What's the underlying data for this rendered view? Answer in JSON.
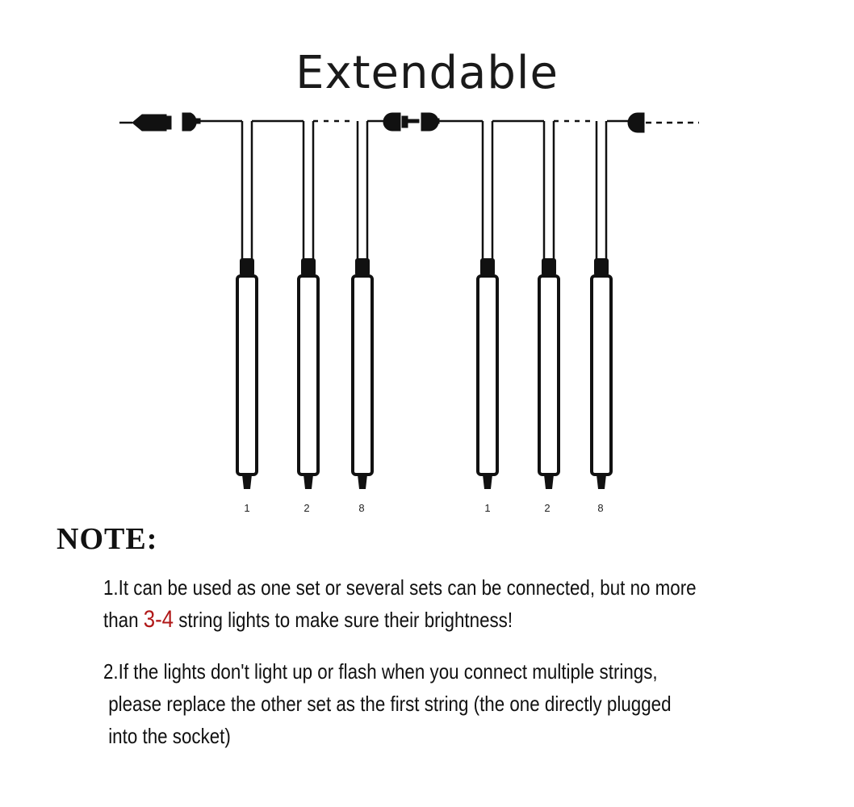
{
  "title": "Extendable",
  "diagram": {
    "groups": [
      {
        "tube_labels": [
          "1",
          "2",
          "8"
        ]
      },
      {
        "tube_labels": [
          "1",
          "2",
          "8"
        ]
      }
    ],
    "colors": {
      "line": "#111111",
      "tube": "#ffffff"
    }
  },
  "note": {
    "heading": "NOTE:",
    "item1": {
      "line1": "1.It can be used as one set or several sets can be connected, but no more",
      "line2_pre": "than ",
      "line2_highlight": "3-4",
      "line2_post": " string lights to make sure their brightness!",
      "highlight_color": "#b01818"
    },
    "item2": {
      "line1": "2.If the lights don't light up or flash when you connect multiple strings,",
      "line2": " please replace the other set as the first string (the one directly plugged",
      "line3": " into the socket)"
    }
  }
}
